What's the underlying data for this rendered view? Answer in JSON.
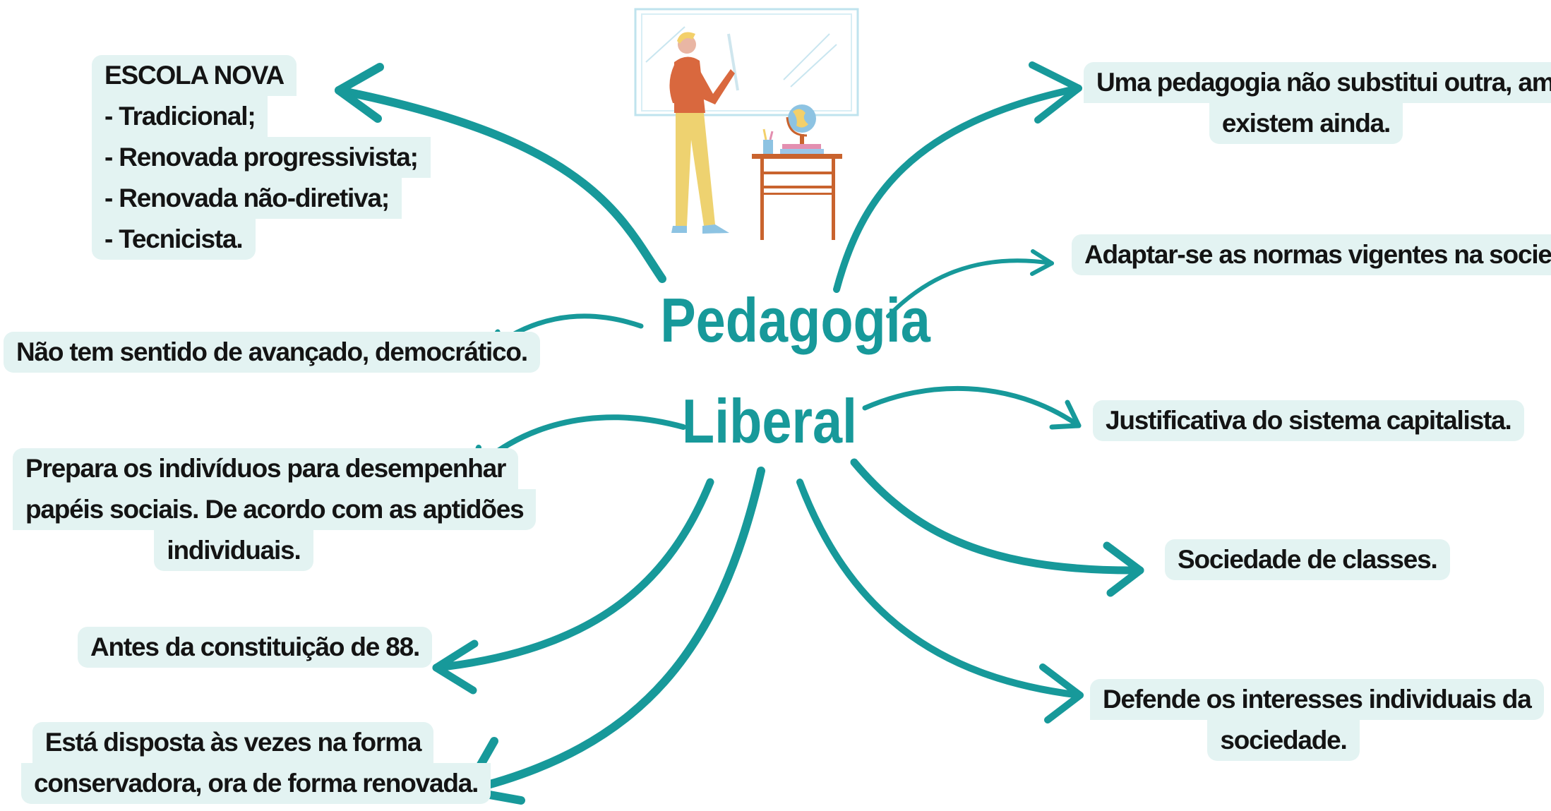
{
  "center": {
    "line1": "Pedagogia",
    "line2": "Liberal"
  },
  "nodes": {
    "escola_nova": {
      "title": "ESCOLA NOVA",
      "items": [
        "- Tradicional;",
        "- Renovada progressivista;",
        "- Renovada não-diretiva;",
        "- Tecnicista."
      ]
    },
    "sem_sentido": "Não tem sentido de avançado, democrático.",
    "prepara": [
      "Prepara os indivíduos para desempenhar",
      "papéis sociais. De acordo com as aptidões",
      "individuais."
    ],
    "antes": "Antes da constituição de 88.",
    "disposta": [
      "Está disposta às vezes na forma",
      "conservadora, ora de forma renovada."
    ],
    "uma_pedagogia": [
      "Uma pedagogia não substitui outra, ambas",
      "existem ainda."
    ],
    "adaptar": "Adaptar-se as normas vigentes na sociedade.",
    "justificativa": "Justificativa do sistema capitalista.",
    "sociedade": "Sociedade de classes.",
    "defende": [
      "Defende os interesses individuais da",
      "sociedade."
    ]
  },
  "colors": {
    "accent": "#17999a",
    "box_fill": "#e3f3f2",
    "text": "#141414"
  },
  "illustration": {
    "icon": "teacher-at-whiteboard-icon"
  }
}
